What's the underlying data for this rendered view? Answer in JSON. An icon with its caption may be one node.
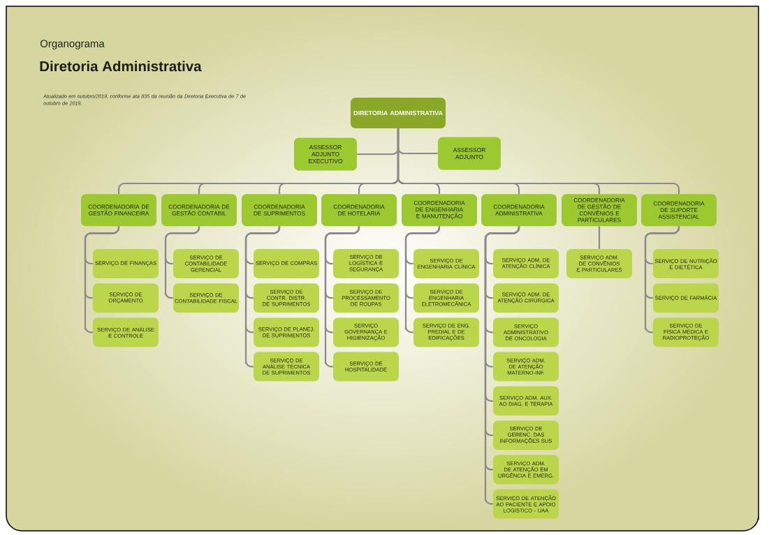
{
  "diagram": {
    "title": "Diretoria Administrativa",
    "nodes": [
      {
        "text": [
          "DIRETORIA ADMINISTRATIVA"
        ]
      },
      {
        "text": [
          "ASSESSOR ADJUNTO EXECUTIVO"
        ]
      },
      {
        "text": [
          "ASSESSOR ADJUNTO"
        ]
      },
      {
        "text": [
          "COORDENADORIA DE GESTÃO FINANCEIRA"
        ]
      },
      {
        "text": [
          "COORDENADORIA DE GESTÃO CONTÁBIL"
        ]
      },
      {
        "text": [
          "COORDENADORIA DE SUPRIMENTOS"
        ]
      },
      {
        "text": [
          "COORDENADORIA DE HOTELARIA"
        ]
      },
      {
        "text": [
          "COORDENADORIA DE ENGENHARIA E MANUTENÇÃO"
        ]
      },
      {
        "text": [
          "COORDENADORIA ADMINISTRATIVA"
        ]
      },
      {
        "text": [
          "COORDENADORIA DE GESTÃO DE CONVÊNIOS E PARTICULARES"
        ]
      },
      {
        "text": [
          "COORDENADORIA DE SUPORTE ASSISTENCIAL"
        ]
      },
      {
        "text": [
          "SERVIÇO DE FINANÇAS"
        ]
      },
      {
        "text": [
          "SERVIÇO DE ORÇAMENTO"
        ]
      },
      {
        "text": [
          "SERVIÇO DE ANÁLISE E CONTROLE"
        ]
      },
      {
        "text": [
          "SERVIÇO DE CONTABILIDADE GERENCIAL"
        ]
      },
      {
        "text": [
          "SERVIÇO DE CONTABILIDADE FISCAL"
        ]
      },
      {
        "text": [
          "SERVIÇO DE COMPRAS"
        ]
      },
      {
        "text": [
          "SERVIÇO DE CONTR. DISTR. DE SUPRIMENTOS"
        ]
      },
      {
        "text": [
          "SERVIÇO DE PLANEJ. DE SUPRIMENTOS"
        ]
      },
      {
        "text": [
          "SERVIÇO DE ANÁLISE TÉCNICA DE SUPRIMENTOS"
        ]
      },
      {
        "text": [
          "SERVIÇO DE LOGÍSTICA E SEGURANÇA"
        ]
      },
      {
        "text": [
          "SERVIÇO DE PROCESSAMENTO DE ROUPAS"
        ]
      },
      {
        "text": [
          "SERVIÇO GOVERNANÇA E HIGIENIZAÇÃO"
        ]
      },
      {
        "text": [
          "SERVIÇO DE HOSPITALIDADE"
        ]
      },
      {
        "text": [
          "SERVIÇO DE ENGENHARIA CLÍNICA"
        ]
      },
      {
        "text": [
          "SERVIÇO DE ENGENHARIA ELETROMECÂNICA"
        ]
      },
      {
        "text": [
          "SERVIÇO DE ENG. PREDIAL E DE EDIFICAÇÕES"
        ]
      },
      {
        "text": [
          "SERVIÇO ADM. DE ATENÇÃO CLÍNICA"
        ]
      },
      {
        "text": [
          "SERVIÇO ADM. DE ATENÇÃO CIRÚRGICA"
        ]
      },
      {
        "text": [
          "SERVIÇO ADMINISTRATIVO DE ONCOLOGIA"
        ]
      },
      {
        "text": [
          "SERVIÇO ADM. DE ATENÇÃO MATERNO-INF."
        ]
      },
      {
        "text": [
          "SERVIÇO ADM. AUX. AO DIAG. E TERAPIA"
        ]
      },
      {
        "text": [
          "SERVIÇO DE GERENC. DAS INFORMAÇÕES SUS"
        ]
      },
      {
        "text": [
          "SERVIÇO ADM. DE ATENÇÃO EM URGÊNCIA E EMERG."
        ]
      },
      {
        "text": [
          "SERVIÇO DE ATENÇÃO AO PACIENTE E APOIO LOGISTICO - UAA"
        ]
      },
      {
        "text": [
          "SERVIÇO ADM. DE CONVÊNIOS E PARTICULARES"
        ]
      },
      {
        "text": [
          "SERVIÇO DE NUTRIÇÃO E DIETÉTICA"
        ]
      },
      {
        "text": [
          "SERVIÇO DE FARMÁCIA"
        ]
      },
      {
        "text": [
          "SERVIÇO DE FÍSICA MÉDICA E RADIOPROTEÇÃO"
        ]
      }
    ],
    "edges": [
      {
        "from": 0,
        "to": 1,
        "arrow": "none"
      },
      {
        "from": 0,
        "to": 2,
        "arrow": "none"
      },
      {
        "from": 0,
        "to": 3,
        "arrow": "none"
      },
      {
        "from": 0,
        "to": 4,
        "arrow": "none"
      },
      {
        "from": 0,
        "to": 5,
        "arrow": "none"
      },
      {
        "from": 0,
        "to": 6,
        "arrow": "none"
      },
      {
        "from": 0,
        "to": 7,
        "arrow": "none"
      },
      {
        "from": 0,
        "to": 8,
        "arrow": "none"
      },
      {
        "from": 0,
        "to": 9,
        "arrow": "none"
      },
      {
        "from": 0,
        "to": 10,
        "arrow": "none"
      },
      {
        "from": 3,
        "to": 11,
        "arrow": "none"
      },
      {
        "from": 3,
        "to": 12,
        "arrow": "none"
      },
      {
        "from": 3,
        "to": 13,
        "arrow": "none"
      },
      {
        "from": 4,
        "to": 14,
        "arrow": "none"
      },
      {
        "from": 4,
        "to": 15,
        "arrow": "none"
      },
      {
        "from": 5,
        "to": 16,
        "arrow": "none"
      },
      {
        "from": 5,
        "to": 17,
        "arrow": "none"
      },
      {
        "from": 5,
        "to": 18,
        "arrow": "none"
      },
      {
        "from": 5,
        "to": 19,
        "arrow": "none"
      },
      {
        "from": 6,
        "to": 20,
        "arrow": "none"
      },
      {
        "from": 6,
        "to": 21,
        "arrow": "none"
      },
      {
        "from": 6,
        "to": 22,
        "arrow": "none"
      },
      {
        "from": 6,
        "to": 23,
        "arrow": "none"
      },
      {
        "from": 7,
        "to": 24,
        "arrow": "none"
      },
      {
        "from": 7,
        "to": 25,
        "arrow": "none"
      },
      {
        "from": 7,
        "to": 26,
        "arrow": "none"
      },
      {
        "from": 8,
        "to": 27,
        "arrow": "none"
      },
      {
        "from": 8,
        "to": 28,
        "arrow": "none"
      },
      {
        "from": 8,
        "to": 29,
        "arrow": "none"
      },
      {
        "from": 8,
        "to": 30,
        "arrow": "none"
      },
      {
        "from": 8,
        "to": 31,
        "arrow": "none"
      },
      {
        "from": 8,
        "to": 32,
        "arrow": "none"
      },
      {
        "from": 8,
        "to": 33,
        "arrow": "none"
      },
      {
        "from": 8,
        "to": 34,
        "arrow": "none"
      },
      {
        "from": 9,
        "to": 35,
        "arrow": "none"
      },
      {
        "from": 10,
        "to": 36,
        "arrow": "none"
      },
      {
        "from": 10,
        "to": 37,
        "arrow": "none"
      },
      {
        "from": 10,
        "to": 38,
        "arrow": "none"
      }
    ],
    "labels": [
      "Organograma",
      "Atualizado em outubro/2019, conforme ata 835 da reunião da Diretoria Executiva de 7 de outubro de 2019."
    ]
  }
}
